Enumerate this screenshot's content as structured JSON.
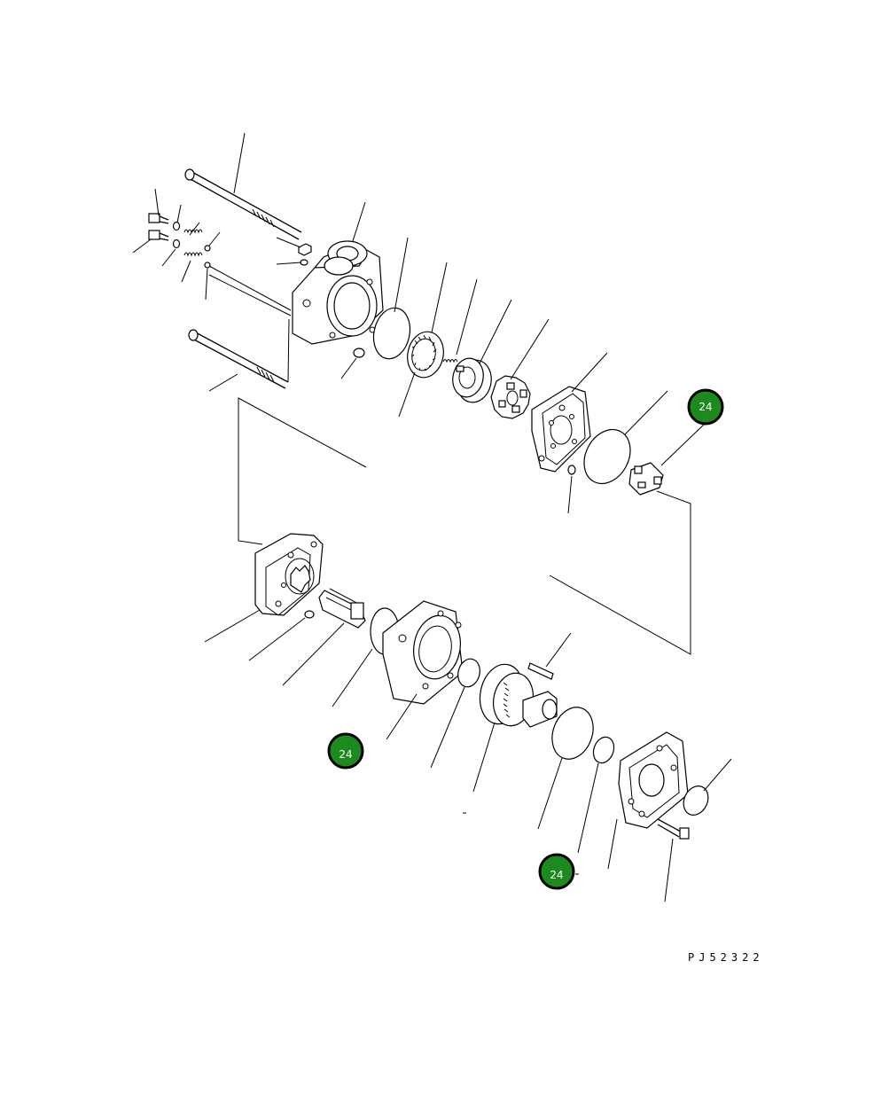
{
  "diagram": {
    "callouts": [
      {
        "id": "badge-1",
        "label": "24"
      },
      {
        "id": "badge-2",
        "label": "24"
      },
      {
        "id": "badge-3",
        "label": "24"
      }
    ],
    "drawing_code": "PJ52322",
    "colors": {
      "badge_fill": "#1c8a1c",
      "badge_text": "#ffffff",
      "line": "#000000",
      "background": "#ffffff"
    }
  }
}
